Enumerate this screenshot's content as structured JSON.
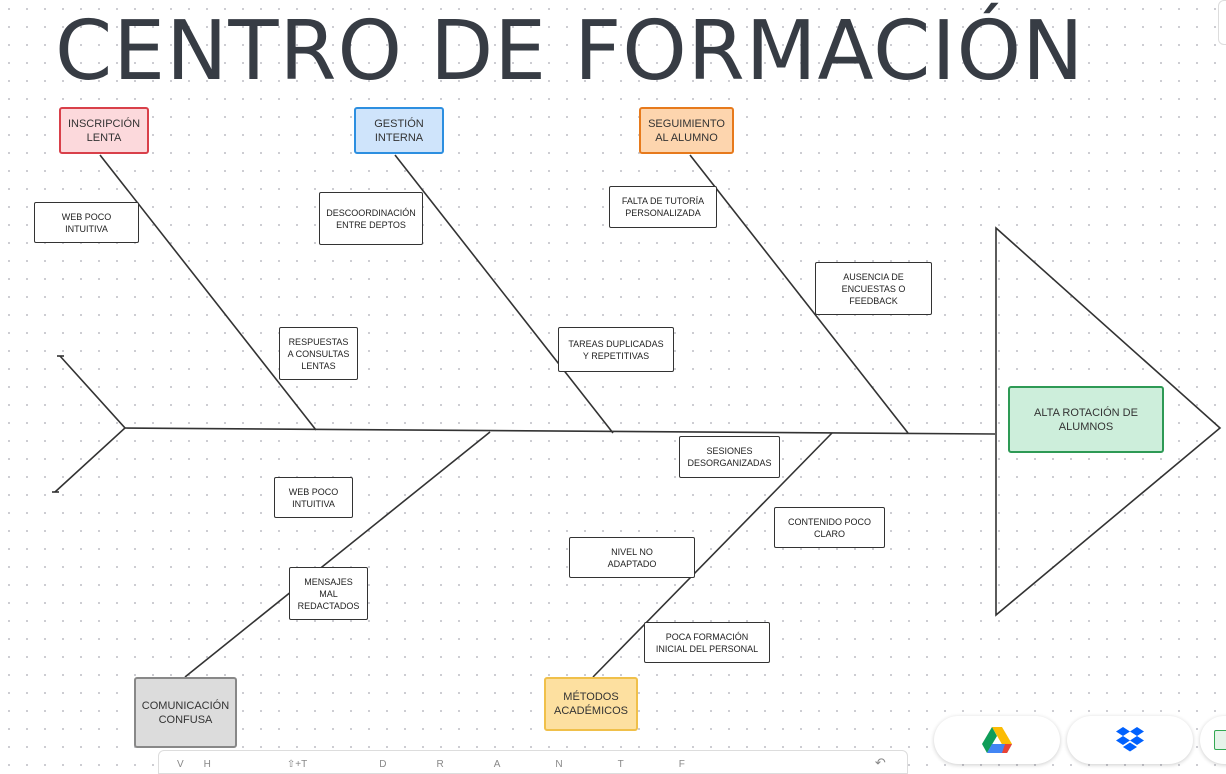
{
  "title": "CENTRO DE FORMACIÓN",
  "effect": "ALTA ROTACIÓN DE\nALUMNOS",
  "categories": {
    "inscripcion": "INSCRIPCIÓN\nLENTA",
    "gestion": "GESTIÓN\nINTERNA",
    "seguimiento": "SEGUIMIENTO\nAL ALUMNO",
    "comunicacion": "COMUNICACIÓN\nCONFUSA",
    "metodos": "MÉTODOS\nACADÉMICOS"
  },
  "causes": {
    "web1": "WEB POCO\nINTUITIVA",
    "respuestas": "RESPUESTAS\nA CONSULTAS\nLENTAS",
    "descoordinacion": "DESCOORDINACIÓN\nENTRE DEPTOS",
    "tareas": "TAREAS DUPLICADAS\nY REPETITIVAS",
    "tutoria": "FALTA DE TUTORÍA\nPERSONALIZADA",
    "encuestas": "AUSENCIA DE\nENCUESTAS O\nFEEDBACK",
    "sesiones": "SESIONES\nDESORGANIZADAS",
    "web2": "WEB POCO\nINTUITIVA",
    "mensajes": "MENSAJES\nMAL\nREDACTADOS",
    "contenido": "CONTENIDO POCO\nCLARO",
    "nivel": "NIVEL NO\nADAPTADO",
    "formacion": "POCA FORMACIÓN\nINICIAL DEL PERSONAL"
  },
  "toolbar": [
    "V",
    "H",
    "⇧+T",
    "D",
    "R",
    "A",
    "N",
    "T",
    "F"
  ],
  "colors": {
    "red": "#d9404a",
    "blue": "#2d8fe0",
    "orange": "#e77a1c",
    "gray": "#888",
    "yellow": "#f0c04a",
    "green": "#2e9a55"
  }
}
